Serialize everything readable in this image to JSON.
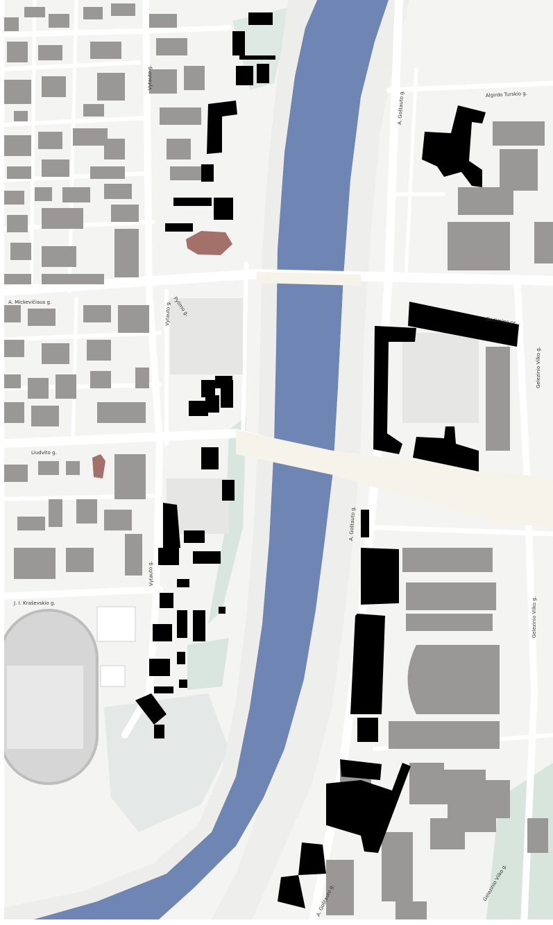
{
  "map": {
    "colors": {
      "background": "#f4f4f3",
      "water": "#6f86b4",
      "building": "#9a9896",
      "highlight": "#000000",
      "church": "#a4716a",
      "road": "#ffffff",
      "green": "#d9e6df",
      "track": "#bdbdbd"
    },
    "streets": [
      {
        "name": "A. Mickevičiaus g.",
        "key": "mickeviciaus"
      },
      {
        "name": "Vytauto g.",
        "key": "vytauto_top"
      },
      {
        "name": "Vytauto g.",
        "key": "vytauto_mid"
      },
      {
        "name": "Vytauto g.",
        "key": "vytauto_low"
      },
      {
        "name": "Liudvito g.",
        "key": "liudvito"
      },
      {
        "name": "J. I. Kraševskio g.",
        "key": "krasevskio"
      },
      {
        "name": "A. Goštauto g.",
        "key": "gostauto_top"
      },
      {
        "name": "A. Goštauto g.",
        "key": "gostauto_mid"
      },
      {
        "name": "A. Goštauto g.",
        "key": "gostauto_low"
      },
      {
        "name": "Algirdo Turskio g.",
        "key": "turskio"
      },
      {
        "name": "Gedimino pr.",
        "key": "gedimino"
      },
      {
        "name": "Gelezinio Vilko g.",
        "key": "gv_1"
      },
      {
        "name": "Gelezinio Vilko g.",
        "key": "gv_2"
      },
      {
        "name": "Gelezinio Vilko g.",
        "key": "gv_3"
      },
      {
        "name": "Pylimo g.",
        "key": "pylimo"
      }
    ]
  }
}
